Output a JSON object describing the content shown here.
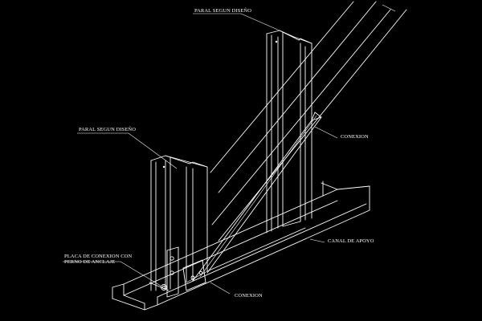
{
  "colors": {
    "background": "#000000",
    "linework": "#ffffff"
  },
  "labels": {
    "paral_top": "PARAL SEGUN DISEÑO",
    "paral_left": "PARAL SEGUN DISEÑO",
    "conexion_right": "CONEXION",
    "canal_apoyo": "CANAL DE APOYO",
    "placa_line1": "PLACA DE CONEXION CON",
    "placa_line2": "PERNO DE ANCLAJE",
    "conexion_bottom": "CONEXION"
  }
}
